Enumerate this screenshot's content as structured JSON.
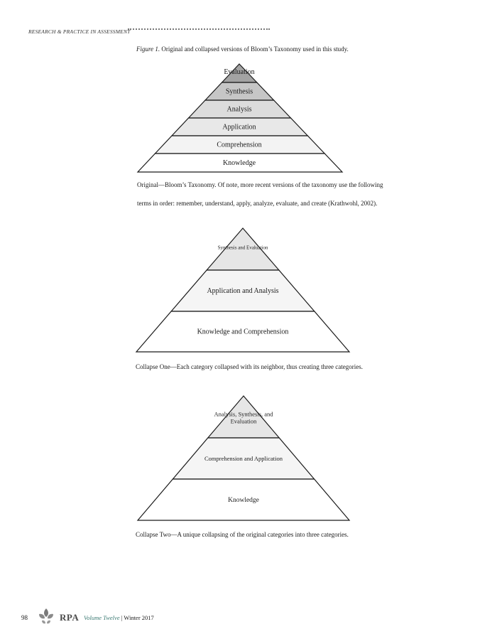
{
  "header": {
    "running_title": "RESEARCH & PRACTICE IN ASSESSMENT"
  },
  "figure": {
    "label": "Figure 1.",
    "caption": "Original and collapsed versions of Bloom’s Taxonomy used in this study."
  },
  "pyramids": [
    {
      "levels": [
        "Evaluation",
        "Synthesis",
        "Analysis",
        "Application",
        "Comprehension",
        "Knowledge"
      ],
      "fills": [
        "#a3a3a3",
        "#c6c6c6",
        "#dcdcdc",
        "#e8e8e8",
        "#f3f3f3",
        "#ffffff"
      ],
      "caption_lines": [
        "Original—Bloom’s Taxonomy.  Of note, more recent versions of the taxonomy use the following",
        "terms in order: remember, understand, apply, analyze, evaluate, and create (Krathwohl, 2002)."
      ]
    },
    {
      "levels": [
        "Synthesis and Evaluation",
        "Application and Analysis",
        "Knowledge and Comprehension"
      ],
      "fills": [
        "#e6e6e6",
        "#f5f5f5",
        "#ffffff"
      ],
      "caption_lines": [
        "Collapse One—Each category collapsed with its neighbor, thus creating three categories."
      ]
    },
    {
      "levels": [
        "Analysis, Synthesis, and Evaluation",
        "Comprehension and Application",
        "Knowledge"
      ],
      "fills": [
        "#e6e6e6",
        "#f5f5f5",
        "#ffffff"
      ],
      "caption_lines": [
        "Collapse Two—A unique collapsing of the original categories into three categories."
      ]
    }
  ],
  "footer": {
    "page_number": "98",
    "logo": "RPA",
    "volume": "Volume Twelve",
    "separator": "|",
    "season": "Winter 2017"
  }
}
